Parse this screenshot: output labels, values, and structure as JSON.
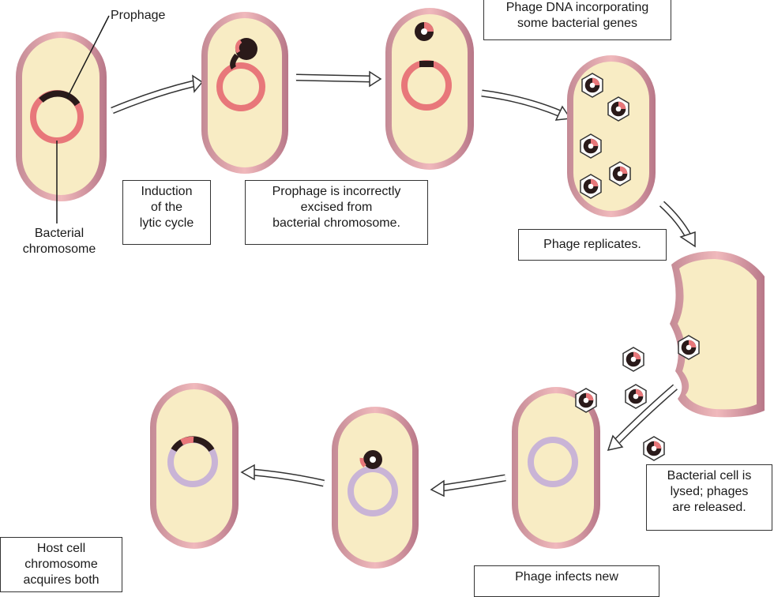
{
  "labels": {
    "prophage": "Prophage",
    "bacterial_chromosome": [
      "Bacterial",
      "chromosome"
    ],
    "induction": [
      "Induction",
      "of the",
      "lytic cycle"
    ],
    "excised": [
      "Prophage is incorrectly",
      "excised from",
      "bacterial chromosome."
    ],
    "incorporating": [
      "Phage DNA incorporating",
      "some bacterial genes"
    ],
    "replicates": [
      "Phage replicates."
    ],
    "lysed": [
      "Bacterial cell is",
      "lysed; phages",
      "are released."
    ],
    "host_cell": [
      "Host cell",
      "chromosome",
      "acquires both"
    ],
    "infects": [
      "Phage infects new"
    ]
  },
  "colors": {
    "cytoplasm": "#f8ecc4",
    "membrane": "#e6a9ae",
    "membrane_shadow": "#b77d8c",
    "bacterial_dna": "#e8777a",
    "phage_dna": "#2a1a1a",
    "new_host_dna": "#c9b4d6",
    "capsid": "#ffffff"
  }
}
